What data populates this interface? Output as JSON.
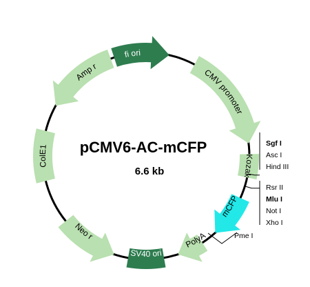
{
  "plasmid": {
    "name": "pCMV6-AC-mCFP",
    "size": "6.6 kb"
  },
  "colors": {
    "backbone": "#000000",
    "light_feature": "#b9e0b0",
    "dark_feature": "#2e7d4f",
    "cfp_feature": "#22e8e8",
    "dark_text": "#ffffff",
    "light_text": "#000000"
  },
  "features": [
    {
      "id": "fi-ori",
      "label": "fi ori",
      "style": "dark"
    },
    {
      "id": "cmv-promoter",
      "label": "CMV promoter",
      "style": "light"
    },
    {
      "id": "kozak",
      "label": "Kozak",
      "style": "light"
    },
    {
      "id": "mcfp",
      "label": "mCFP",
      "style": "cfp"
    },
    {
      "id": "polya",
      "label": "PolyA",
      "style": "light"
    },
    {
      "id": "sv40-ori",
      "label": "SV40 ori",
      "style": "dark"
    },
    {
      "id": "neo-r",
      "label": "Neo r",
      "style": "light"
    },
    {
      "id": "cole1",
      "label": "ColE1",
      "style": "light"
    },
    {
      "id": "amp-r",
      "label": "Amp r",
      "style": "light"
    }
  ],
  "sites_group_1": [
    {
      "label": "Sgf I",
      "bold": true
    },
    {
      "label": "Asc I",
      "bold": false
    },
    {
      "label": "Hind III",
      "bold": false
    }
  ],
  "sites_group_2": [
    {
      "label": "Rsr II",
      "bold": false
    },
    {
      "label": "Mlu I",
      "bold": true
    },
    {
      "label": "Not I",
      "bold": false
    },
    {
      "label": "Xho I",
      "bold": false
    }
  ],
  "site_pme": {
    "label": "Pme I",
    "bold": false
  }
}
